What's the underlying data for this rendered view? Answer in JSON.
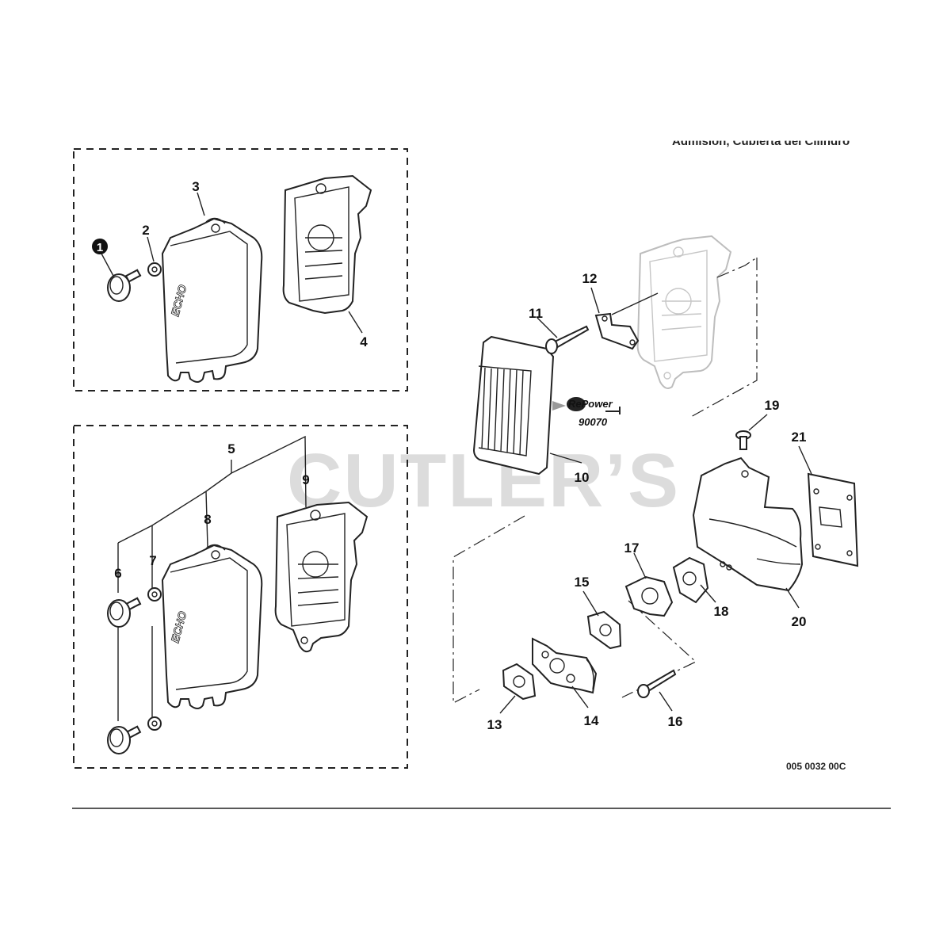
{
  "header": {
    "title": "Admision, Cubierta del Cilindro"
  },
  "watermark": {
    "text": "CUTLER’S"
  },
  "diagram_code": "005 0032 00C",
  "callouts": {
    "c1": "1",
    "c2": "2",
    "c3": "3",
    "c4": "4",
    "c5": "5",
    "c6": "6",
    "c7": "7",
    "c8": "8",
    "c9": "9",
    "c10": "10",
    "c11": "11",
    "c12": "12",
    "c13": "13",
    "c14": "14",
    "c15": "15",
    "c16": "16",
    "c17": "17",
    "c18": "18",
    "c19": "19",
    "c20": "20",
    "c21": "21"
  },
  "brand": {
    "cover_logo": "ECHO",
    "repower": "RePower",
    "repower_part": "90070"
  }
}
